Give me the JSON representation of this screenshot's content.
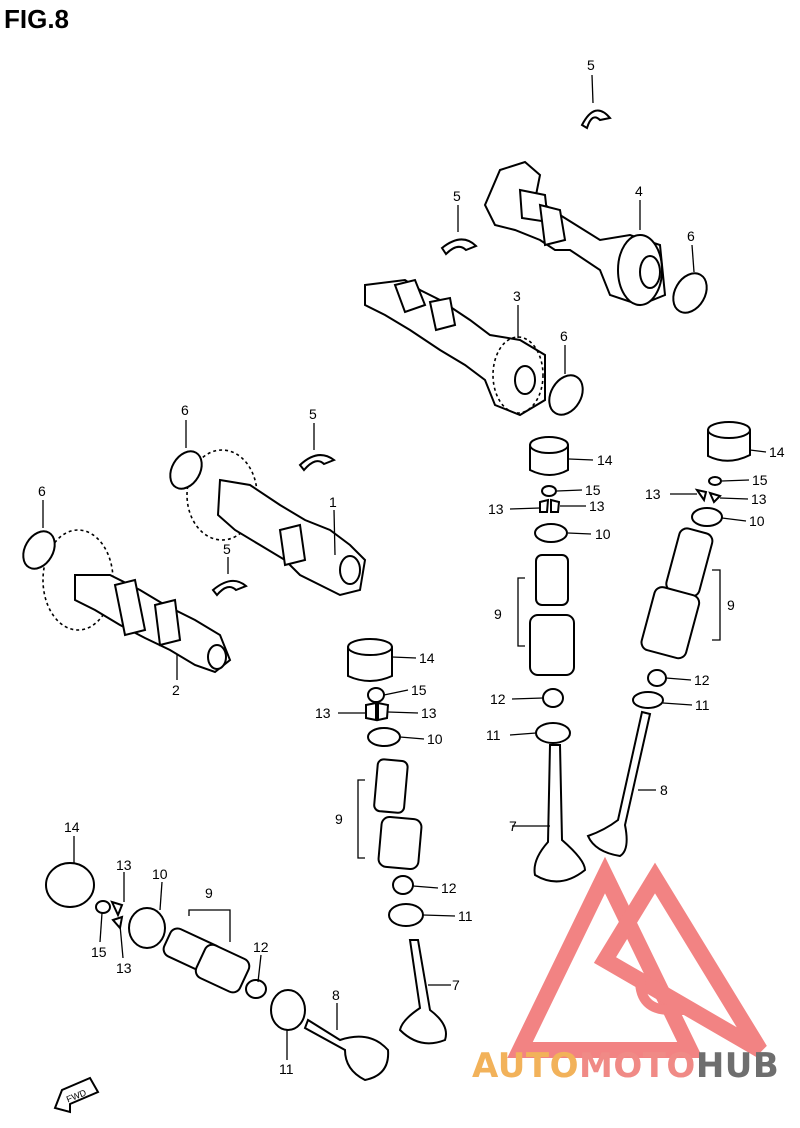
{
  "figure": {
    "title": "FIG.8"
  },
  "callouts": {
    "c1": "1",
    "c2": "2",
    "c3": "3",
    "c4": "4",
    "c5a": "5",
    "c5b": "5",
    "c5c": "5",
    "c5d": "5",
    "c6a": "6",
    "c6b": "6",
    "c6c": "6",
    "c6d": "6",
    "c7a": "7",
    "c7b": "7",
    "c8a": "8",
    "c8b": "8",
    "c9a": "9",
    "c9b": "9",
    "c9c": "9",
    "c9d": "9",
    "c10a": "10",
    "c10b": "10",
    "c10c": "10",
    "c10d": "10",
    "c11a": "11",
    "c11b": "11",
    "c11c": "11",
    "c11d": "11",
    "c12a": "12",
    "c12b": "12",
    "c12c": "12",
    "c12d": "12",
    "c13a": "13",
    "c13b": "13",
    "c13c": "13",
    "c13d": "13",
    "c13e": "13",
    "c13f": "13",
    "c13g": "13",
    "c13h": "13",
    "c14a": "14",
    "c14b": "14",
    "c14c": "14",
    "c14d": "14",
    "c15a": "15",
    "c15b": "15",
    "c15c": "15",
    "c15d": "15"
  },
  "watermark": {
    "part1": "AUTO",
    "part2": "MOTO",
    "part3": "HUB",
    "color1": "#f2b25a",
    "color2": "#f08a86",
    "color3": "#6e6e6e",
    "logo_color": "#f06e6e"
  },
  "fwd_marker": {
    "text": "FWD",
    "icon": "fwd-arrow-icon"
  }
}
